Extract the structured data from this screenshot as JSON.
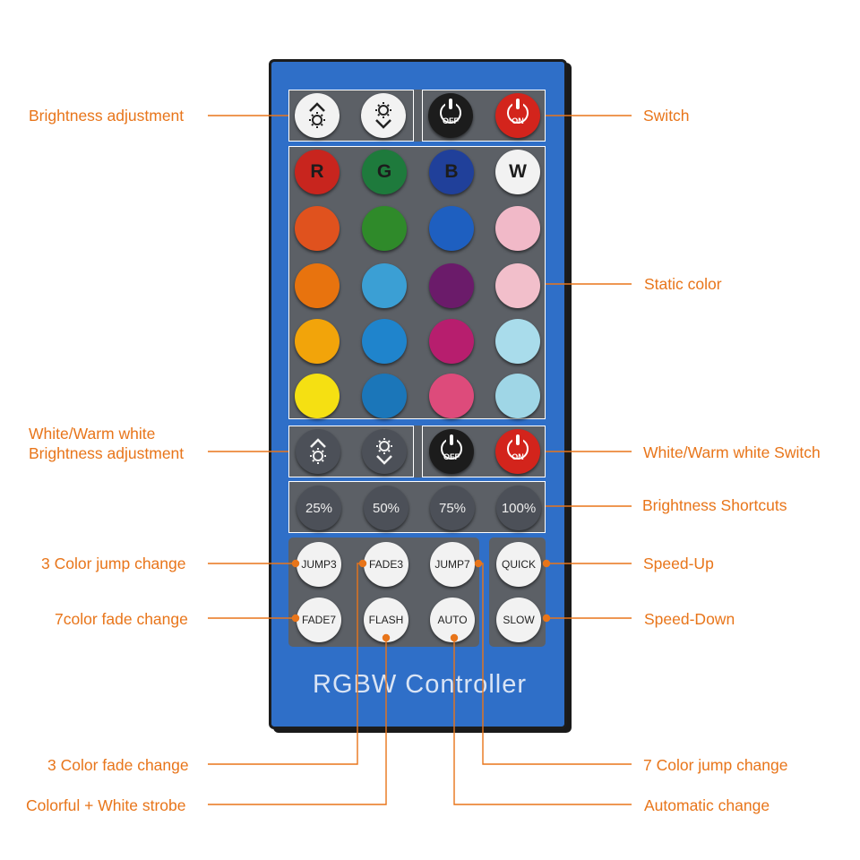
{
  "remote": {
    "brand_text": "RGBW  Controller",
    "brightness_row": {
      "up_icon": "sun-brightness-up-icon",
      "down_icon": "sun-brightness-down-icon",
      "off_label": "OFF",
      "on_label": "ON"
    },
    "color_letters": [
      "R",
      "G",
      "B",
      "W"
    ],
    "colors": {
      "row1": [
        "#c8251e",
        "#1e7a3c",
        "#20409a",
        "#f2f2f2"
      ],
      "row2": [
        "#e0521e",
        "#2f8a2a",
        "#1e5fc0",
        "#f1b9c8"
      ],
      "row3": [
        "#e8730e",
        "#3b9fd4",
        "#6b1b6a",
        "#f2bfcb"
      ],
      "row4": [
        "#f2a40a",
        "#1f84cc",
        "#b71e6e",
        "#a9dceb"
      ],
      "row5": [
        "#f5e012",
        "#1b76b9",
        "#dd4b7b",
        "#9fd6e6"
      ],
      "off_button": "#1c1c1c",
      "on_button": "#d3241c",
      "white_button": "#f2f2f2",
      "gray_button": "#4c5058"
    },
    "white_row": {
      "up_icon": "sun-brightness-up-icon",
      "down_icon": "sun-brightness-down-icon",
      "off_label": "OFF",
      "on_label": "ON"
    },
    "shortcuts": [
      "25%",
      "50%",
      "75%",
      "100%"
    ],
    "mode_row1": [
      "JUMP3",
      "FADE3",
      "JUMP7"
    ],
    "mode_row2": [
      "FADE7",
      "FLASH",
      "AUTO"
    ],
    "speed": [
      "QUICK",
      "SLOW"
    ]
  },
  "labels": {
    "brightness_adjustment": "Brightness adjustment",
    "switch": "Switch",
    "static_color": "Static color",
    "ww_brightness_line1": "White/Warm white",
    "ww_brightness_line2": "Brightness adjustment",
    "ww_switch": "White/Warm white Switch",
    "brightness_shortcuts": "Brightness Shortcuts",
    "color3_jump": "3 Color jump change",
    "speed_up": "Speed-Up",
    "color7_fade": "7color fade change",
    "speed_down": "Speed-Down",
    "color3_fade": "3 Color fade change",
    "color7_jump": "7 Color jump change",
    "strobe": "Colorful + White strobe",
    "automatic": "Automatic change"
  },
  "style": {
    "annotation_color": "#e8751a",
    "remote_color": "#2f6fc8",
    "panel_color": "#5c6066"
  }
}
